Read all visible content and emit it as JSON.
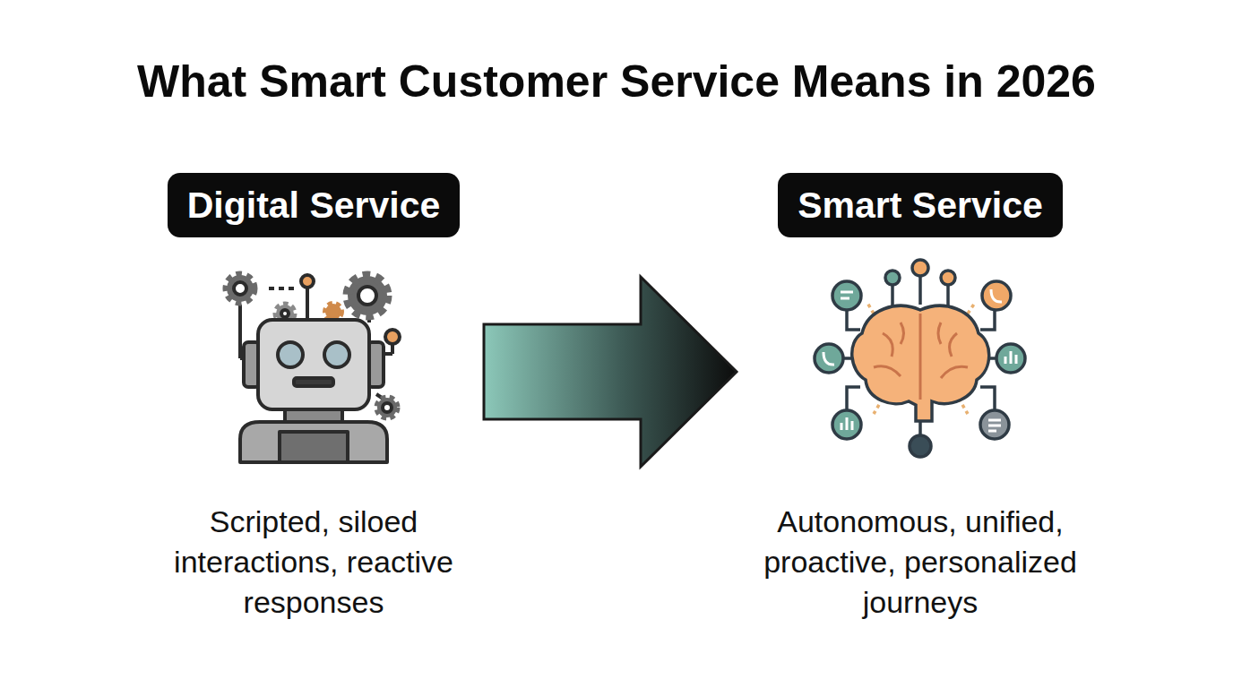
{
  "diagram": {
    "title": "What Smart Customer Service Means in 2026",
    "nodes": [
      {
        "text": [
          "Digital Service",
          "Scripted, siloed interactions, reactive responses"
        ]
      },
      {
        "text": [
          "Smart Service",
          "Autonomous, unified, proactive, personalized journeys"
        ]
      }
    ],
    "edges": [
      {
        "from": 0,
        "to": 1,
        "arrow": "to"
      }
    ]
  }
}
